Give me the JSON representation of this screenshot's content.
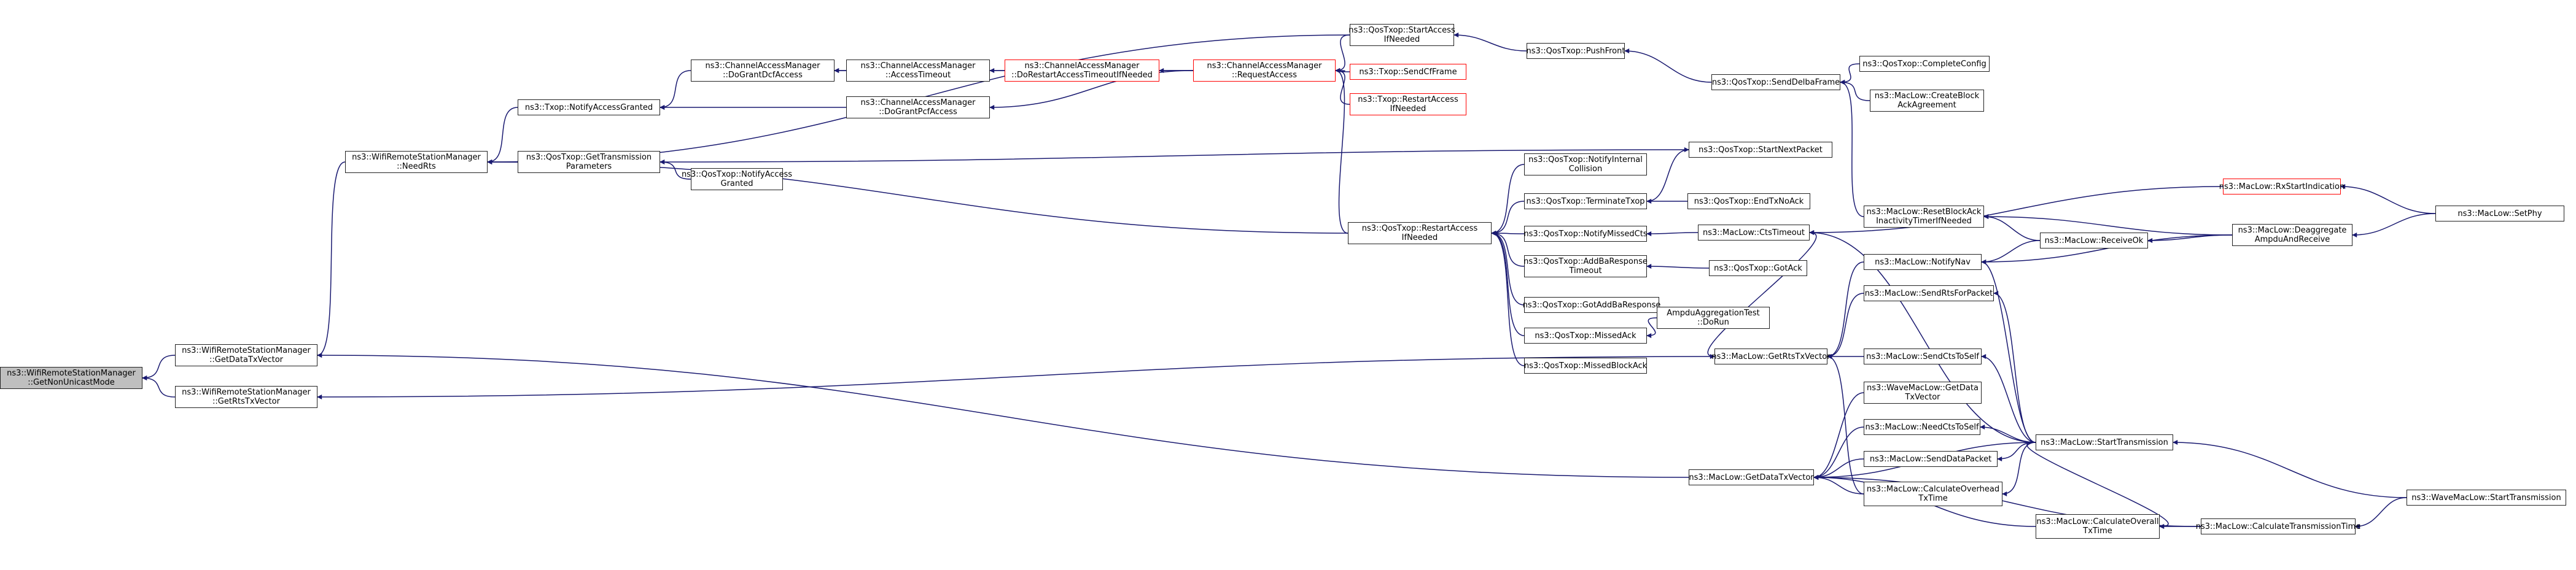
{
  "diagram": {
    "title": "",
    "edge_color": "#191970",
    "nodes": [
      {
        "id": "getnonunicast",
        "label": "ns3::WifiRemoteStationManager\n::GetNonUnicastMode",
        "style": "grey"
      },
      {
        "id": "getdatatx",
        "label": "ns3::WifiRemoteStationManager\n::GetDataTxVector"
      },
      {
        "id": "getrtstx",
        "label": "ns3::WifiRemoteStationManager\n::GetRtsTxVector"
      },
      {
        "id": "needrts",
        "label": "ns3::WifiRemoteStationManager\n::NeedRts"
      },
      {
        "id": "notifyaccessgranted",
        "label": "ns3::Txop::NotifyAccessGranted"
      },
      {
        "id": "gettransparams",
        "label": "ns3::QosTxop::GetTransmission\nParameters"
      },
      {
        "id": "notifyaccessgranted2",
        "label": "ns3::QosTxop::NotifyAccess\nGranted"
      },
      {
        "id": "dograntdcf",
        "label": "ns3::ChannelAccessManager\n::DoGrantDcfAccess"
      },
      {
        "id": "accesstimeout",
        "label": "ns3::ChannelAccessManager\n::AccessTimeout"
      },
      {
        "id": "dorestart",
        "label": "ns3::ChannelAccessManager\n::DoRestartAccessTimeoutIfNeeded",
        "style": "red"
      },
      {
        "id": "dograntpcf",
        "label": "ns3::ChannelAccessManager\n::DoGrantPcfAccess"
      },
      {
        "id": "requestaccess",
        "label": "ns3::ChannelAccessManager\n::RequestAccess",
        "style": "red"
      },
      {
        "id": "startaccess",
        "label": "ns3::QosTxop::StartAccess\nIfNeeded"
      },
      {
        "id": "sendcfframe",
        "label": "ns3::Txop::SendCfFrame",
        "style": "red"
      },
      {
        "id": "txoprestart",
        "label": "ns3::Txop::RestartAccess\nIfNeeded",
        "style": "red"
      },
      {
        "id": "pushfront",
        "label": "ns3::QosTxop::PushFront"
      },
      {
        "id": "senddelba",
        "label": "ns3::QosTxop::SendDelbaFrame"
      },
      {
        "id": "completeconfig",
        "label": "ns3::QosTxop::CompleteConfig"
      },
      {
        "id": "createblockack",
        "label": "ns3::MacLow::CreateBlock\nAckAgreement"
      },
      {
        "id": "startnextpacket",
        "label": "ns3::QosTxop::StartNextPacket"
      },
      {
        "id": "qosrestart",
        "label": "ns3::QosTxop::RestartAccess\nIfNeeded"
      },
      {
        "id": "notifyinternal",
        "label": "ns3::QosTxop::NotifyInternal\nCollision"
      },
      {
        "id": "terminatetxop",
        "label": "ns3::QosTxop::TerminateTxop"
      },
      {
        "id": "endtxnoack",
        "label": "ns3::QosTxop::EndTxNoAck"
      },
      {
        "id": "notifymissedcts",
        "label": "ns3::QosTxop::NotifyMissedCts"
      },
      {
        "id": "ctstimeout",
        "label": "ns3::MacLow::CtsTimeout"
      },
      {
        "id": "addbaresp",
        "label": "ns3::QosTxop::AddBaResponse\nTimeout"
      },
      {
        "id": "gotack",
        "label": "ns3::QosTxop::GotAck"
      },
      {
        "id": "gotaddba",
        "label": "ns3::QosTxop::GotAddBaResponse"
      },
      {
        "id": "missedack",
        "label": "ns3::QosTxop::MissedAck"
      },
      {
        "id": "ampdutest",
        "label": "AmpduAggregationTest\n::DoRun"
      },
      {
        "id": "missedblockack",
        "label": "ns3::QosTxop::MissedBlockAck"
      },
      {
        "id": "getrtstxvec",
        "label": "ns3::MacLow::GetRtsTxVector"
      },
      {
        "id": "getdatatxvec",
        "label": "ns3::MacLow::GetDataTxVector"
      },
      {
        "id": "resetblockack",
        "label": "ns3::MacLow::ResetBlockAck\nInactivityTimerIfNeeded"
      },
      {
        "id": "rxstart",
        "label": "ns3::MacLow::RxStartIndication",
        "style": "red"
      },
      {
        "id": "setphy",
        "label": "ns3::MacLow::SetPhy"
      },
      {
        "id": "receiveok",
        "label": "ns3::MacLow::ReceiveOk"
      },
      {
        "id": "deaggregate",
        "label": "ns3::MacLow::Deaggregate\nAmpduAndReceive"
      },
      {
        "id": "notifynav",
        "label": "ns3::MacLow::NotifyNav"
      },
      {
        "id": "sendrtsforpacket",
        "label": "ns3::MacLow::SendRtsForPacket"
      },
      {
        "id": "sendctstoself",
        "label": "ns3::MacLow::SendCtsToSelf"
      },
      {
        "id": "wavegetdatatx",
        "label": "ns3::WaveMacLow::GetData\nTxVector"
      },
      {
        "id": "needctstoself",
        "label": "ns3::MacLow::NeedCtsToSelf"
      },
      {
        "id": "senddatapacket",
        "label": "ns3::MacLow::SendDataPacket"
      },
      {
        "id": "calcoverhead",
        "label": "ns3::MacLow::CalculateOverhead\nTxTime"
      },
      {
        "id": "calcoverall",
        "label": "ns3::MacLow::CalculateOverall\nTxTime"
      },
      {
        "id": "starttransmission",
        "label": "ns3::MacLow::StartTransmission"
      },
      {
        "id": "calctxtime",
        "label": "ns3::MacLow::CalculateTransmissionTime"
      },
      {
        "id": "wavestarttx",
        "label": "ns3::WaveMacLow::StartTransmission"
      }
    ],
    "edges": [
      [
        "getdatatx",
        "getnonunicast"
      ],
      [
        "getrtstx",
        "getnonunicast"
      ],
      [
        "needrts",
        "getdatatx"
      ],
      [
        "getdatatxvec",
        "getdatatx"
      ],
      [
        "getrtstxvec",
        "getrtstx"
      ],
      [
        "notifyaccessgranted",
        "needrts"
      ],
      [
        "gettransparams",
        "needrts"
      ],
      [
        "startaccess",
        "needrts"
      ],
      [
        "qosrestart",
        "needrts"
      ],
      [
        "dograntdcf",
        "notifyaccessgranted"
      ],
      [
        "dograntpcf",
        "notifyaccessgranted"
      ],
      [
        "notifyaccessgranted2",
        "gettransparams"
      ],
      [
        "startnextpacket",
        "gettransparams"
      ],
      [
        "accesstimeout",
        "dograntdcf"
      ],
      [
        "requestaccess",
        "dograntdcf"
      ],
      [
        "dorestart",
        "accesstimeout"
      ],
      [
        "requestaccess",
        "dorestart"
      ],
      [
        "requestaccess",
        "dograntpcf"
      ],
      [
        "startaccess",
        "requestaccess"
      ],
      [
        "sendcfframe",
        "requestaccess"
      ],
      [
        "txoprestart",
        "requestaccess"
      ],
      [
        "qosrestart",
        "requestaccess"
      ],
      [
        "pushfront",
        "startaccess"
      ],
      [
        "senddelba",
        "pushfront"
      ],
      [
        "completeconfig",
        "senddelba"
      ],
      [
        "createblockack",
        "senddelba"
      ],
      [
        "resetblockack",
        "senddelba"
      ],
      [
        "notifyinternal",
        "qosrestart"
      ],
      [
        "terminatetxop",
        "qosrestart"
      ],
      [
        "notifymissedcts",
        "qosrestart"
      ],
      [
        "addbaresp",
        "qosrestart"
      ],
      [
        "gotaddba",
        "qosrestart"
      ],
      [
        "missedack",
        "qosrestart"
      ],
      [
        "missedblockack",
        "qosrestart"
      ],
      [
        "terminatetxop",
        "startnextpacket"
      ],
      [
        "endtxnoack",
        "terminatetxop"
      ],
      [
        "ctstimeout",
        "notifymissedcts"
      ],
      [
        "gotack",
        "addbaresp"
      ],
      [
        "ampdutest",
        "missedack"
      ],
      [
        "rxstart",
        "ctstimeout"
      ],
      [
        "setphy",
        "rxstart"
      ],
      [
        "receiveok",
        "resetblockack"
      ],
      [
        "deaggregate",
        "resetblockack"
      ],
      [
        "deaggregate",
        "receiveok"
      ],
      [
        "setphy",
        "deaggregate"
      ],
      [
        "receiveok",
        "notifynav"
      ],
      [
        "deaggregate",
        "notifynav"
      ],
      [
        "notifynav",
        "getrtstxvec"
      ],
      [
        "sendrtsforpacket",
        "getrtstxvec"
      ],
      [
        "sendctstoself",
        "getrtstxvec"
      ],
      [
        "ctstimeout",
        "getrtstxvec"
      ],
      [
        "calcoverhead",
        "getrtstxvec"
      ],
      [
        "starttransmission",
        "sendrtsforpacket"
      ],
      [
        "starttransmission",
        "sendctstoself"
      ],
      [
        "starttransmission",
        "notifynav"
      ],
      [
        "starttransmission",
        "needctstoself"
      ],
      [
        "starttransmission",
        "senddatapacket"
      ],
      [
        "starttransmission",
        "calcoverhead"
      ],
      [
        "starttransmission",
        "calcoverall"
      ],
      [
        "starttransmission",
        "ctstimeout"
      ],
      [
        "wavestarttx",
        "starttransmission"
      ],
      [
        "calctxtime",
        "calcoverall"
      ],
      [
        "wavestarttx",
        "calctxtime"
      ],
      [
        "wavegetdatatx",
        "getdatatxvec"
      ],
      [
        "needctstoself",
        "getdatatxvec"
      ],
      [
        "senddatapacket",
        "getdatatxvec"
      ],
      [
        "calcoverhead",
        "getdatatxvec"
      ],
      [
        "calcoverall",
        "getdatatxvec"
      ],
      [
        "starttransmission",
        "getdatatxvec"
      ],
      [
        "calctxtime",
        "getdatatxvec"
      ]
    ]
  }
}
